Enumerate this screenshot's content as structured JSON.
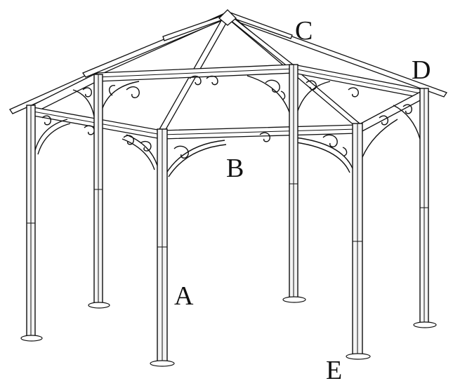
{
  "callouts": {
    "a": "A",
    "b": "B",
    "c": "C",
    "d": "D",
    "e": "E"
  },
  "colors": {
    "line": "#111111",
    "background": "#ffffff"
  }
}
